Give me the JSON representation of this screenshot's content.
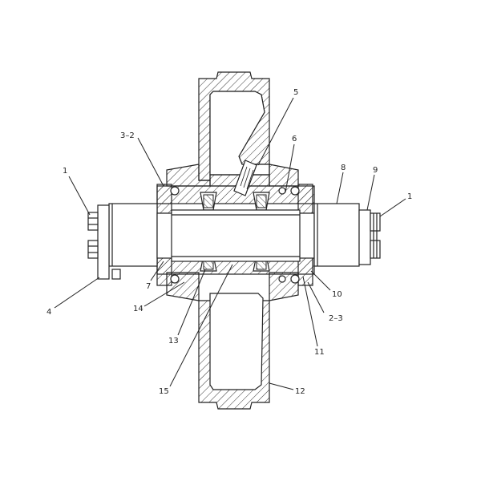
{
  "callouts": [
    {
      "id": "c1a",
      "label": "1"
    },
    {
      "id": "c1b",
      "label": "1"
    },
    {
      "id": "c2_3",
      "label": "2–3"
    },
    {
      "id": "c3_2",
      "label": "3–2"
    },
    {
      "id": "c4",
      "label": "4"
    },
    {
      "id": "c5",
      "label": "5"
    },
    {
      "id": "c6",
      "label": "6"
    },
    {
      "id": "c7",
      "label": "7"
    },
    {
      "id": "c8",
      "label": "8"
    },
    {
      "id": "c9",
      "label": "9"
    },
    {
      "id": "c10",
      "label": "10"
    },
    {
      "id": "c11",
      "label": "11"
    },
    {
      "id": "c12",
      "label": "12"
    },
    {
      "id": "c13",
      "label": "13"
    },
    {
      "id": "c14",
      "label": "14"
    },
    {
      "id": "c15",
      "label": "15"
    }
  ]
}
